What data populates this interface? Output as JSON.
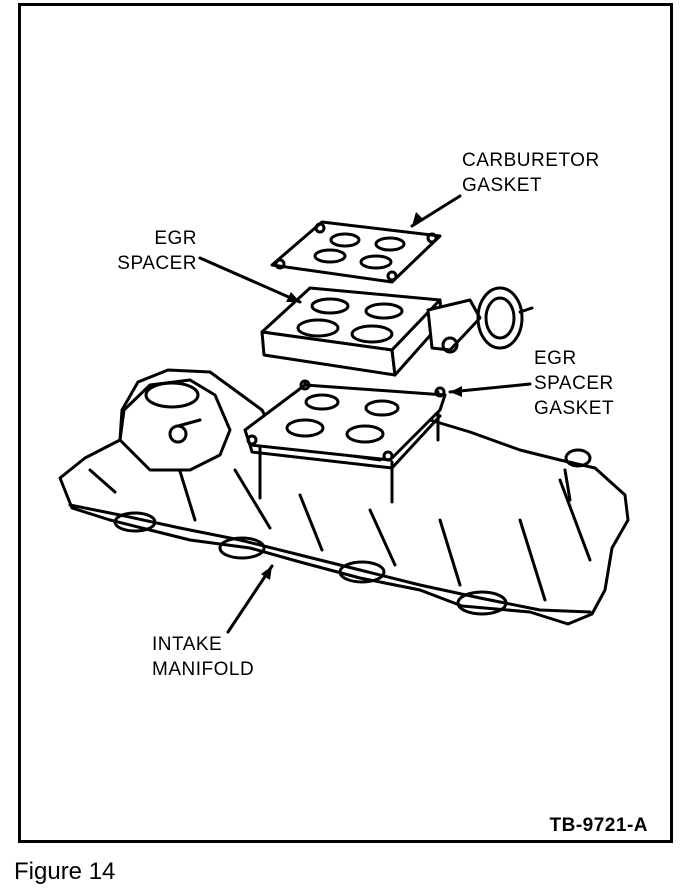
{
  "labels": {
    "carburetor_gasket": [
      "CARBURETOR",
      "GASKET"
    ],
    "egr_spacer": [
      "EGR",
      "SPACER"
    ],
    "egr_spacer_gasket": [
      "EGR",
      "SPACER",
      "GASKET"
    ],
    "intake_manifold": [
      "INTAKE",
      "MANIFOLD"
    ]
  },
  "reference_code": "TB-9721-A",
  "caption": "Figure 14"
}
